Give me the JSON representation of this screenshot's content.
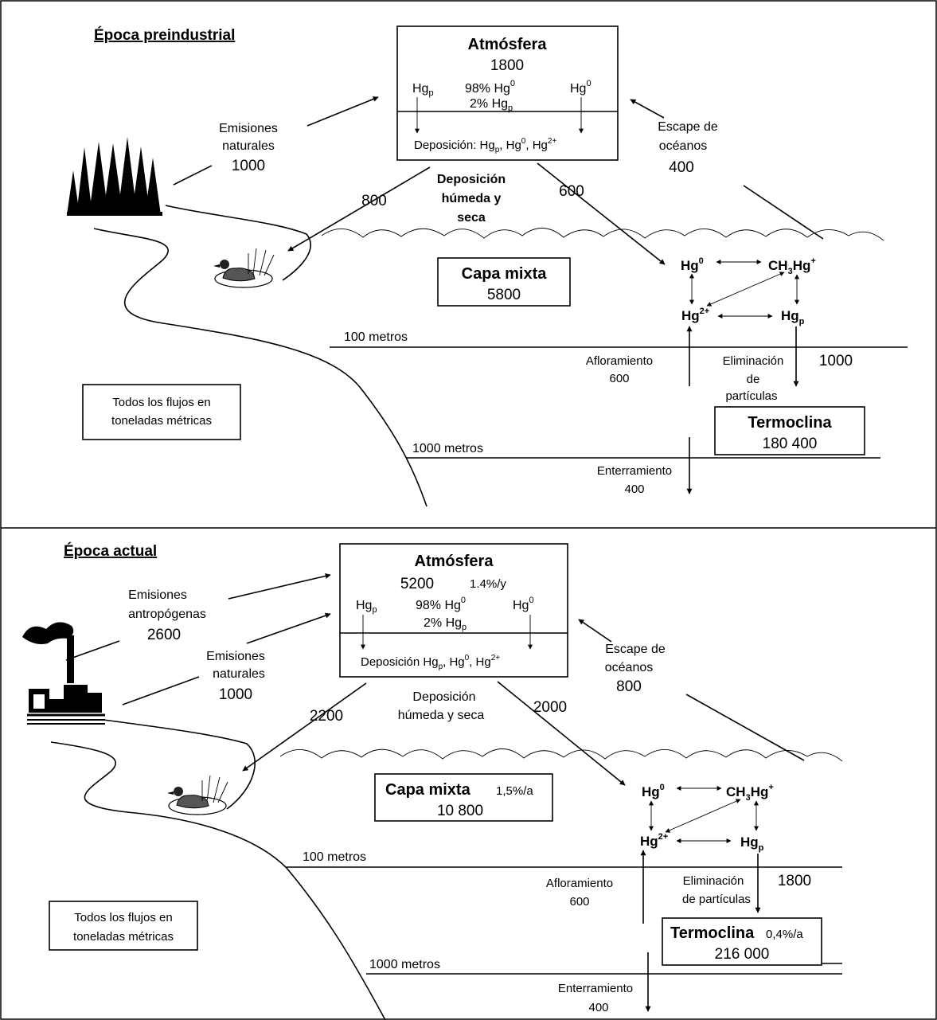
{
  "panels": [
    {
      "era_title": "Época preindustrial",
      "atmosphere": {
        "title": "Atmósfera",
        "value": "1800",
        "growth": "",
        "hgp_label": "Hg",
        "hgp_sub": "p",
        "species_line1_pre": "98% Hg",
        "species_line1_sup": "0",
        "species_line2_pre": "2% Hg",
        "species_line2_sub": "p",
        "hg0_label": "Hg",
        "hg0_sup": "0",
        "deposition_pre": "Deposición: Hg",
        "deposition_sub": "p",
        "deposition_mid": ", Hg",
        "deposition_sup1": "0",
        "deposition_mid2": ", Hg",
        "deposition_sup2": "2+"
      },
      "natural_emissions": {
        "line1": "Emisiones",
        "line2": "naturales",
        "value": "1000"
      },
      "anthropogenic_emissions": null,
      "ocean_escape": {
        "line1": "Escape de",
        "line2": "océanos",
        "value": "400"
      },
      "deposition_label": {
        "line1": "Deposición",
        "line2": "húmeda y",
        "line3": "seca"
      },
      "deposition_land": "800",
      "deposition_ocean": "600",
      "mixed_layer": {
        "title": "Capa mixta",
        "growth": "",
        "value": "5800"
      },
      "species": {
        "hg0": "Hg",
        "hg0_sup": "0",
        "ch3hg": "CH",
        "ch3hg_sub": "3",
        "ch3hg_rest": "Hg",
        "ch3hg_sup": "+",
        "hg2": "Hg",
        "hg2_sup": "2+",
        "hgp": "Hg",
        "hgp_sub": "p"
      },
      "depth_100": "100 metros",
      "depth_1000": "1000 metros",
      "upwelling": {
        "line1": "Afloramiento",
        "value": "600"
      },
      "particle_removal": {
        "line1": "Eliminación",
        "line2": "de",
        "line3": "partículas",
        "value": "1000"
      },
      "thermocline": {
        "title": "Termoclina",
        "growth": "",
        "value": "180 400"
      },
      "burial": {
        "line1": "Enterramiento",
        "value": "400"
      },
      "note": {
        "line1": "Todos los flujos en",
        "line2": "toneladas métricas"
      }
    },
    {
      "era_title": "Época actual",
      "atmosphere": {
        "title": "Atmósfera",
        "value": "5200",
        "growth": "1.4%/y",
        "hgp_label": "Hg",
        "hgp_sub": "p",
        "species_line1_pre": "98% Hg",
        "species_line1_sup": "0",
        "species_line2_pre": "2% Hg",
        "species_line2_sub": "p",
        "hg0_label": "Hg",
        "hg0_sup": "0",
        "deposition_pre": "Deposición Hg",
        "deposition_sub": "p",
        "deposition_mid": ", Hg",
        "deposition_sup1": "0",
        "deposition_mid2": ", Hg",
        "deposition_sup2": "2+"
      },
      "natural_emissions": {
        "line1": "Emisiones",
        "line2": "naturales",
        "value": "1000"
      },
      "anthropogenic_emissions": {
        "line1": "Emisiones",
        "line2": "antropógenas",
        "value": "2600"
      },
      "ocean_escape": {
        "line1": "Escape de",
        "line2": "océanos",
        "value": "800"
      },
      "deposition_label": {
        "line1": "Deposición",
        "line2": "húmeda y seca"
      },
      "deposition_land": "2200",
      "deposition_ocean": "2000",
      "mixed_layer": {
        "title": "Capa mixta",
        "growth": "1,5%/a",
        "value": "10 800"
      },
      "species": {
        "hg0": "Hg",
        "hg0_sup": "0",
        "ch3hg": "CH",
        "ch3hg_sub": "3",
        "ch3hg_rest": "Hg",
        "ch3hg_sup": "+",
        "hg2": "Hg",
        "hg2_sup": "2+",
        "hgp": "Hg",
        "hgp_sub": "p"
      },
      "depth_100": "100 metros",
      "depth_1000": "1000 metros",
      "upwelling": {
        "line1": "Afloramiento",
        "value": "600"
      },
      "particle_removal": {
        "line1": "Eliminación",
        "line2": "de partículas",
        "value": "1800"
      },
      "thermocline": {
        "title": "Termoclina",
        "growth": "0,4%/a",
        "value": "216 000"
      },
      "burial": {
        "line1": "Enterramiento",
        "value": "400"
      },
      "note": {
        "line1": "Todos los flujos en",
        "line2": "toneladas métricas"
      }
    }
  ]
}
